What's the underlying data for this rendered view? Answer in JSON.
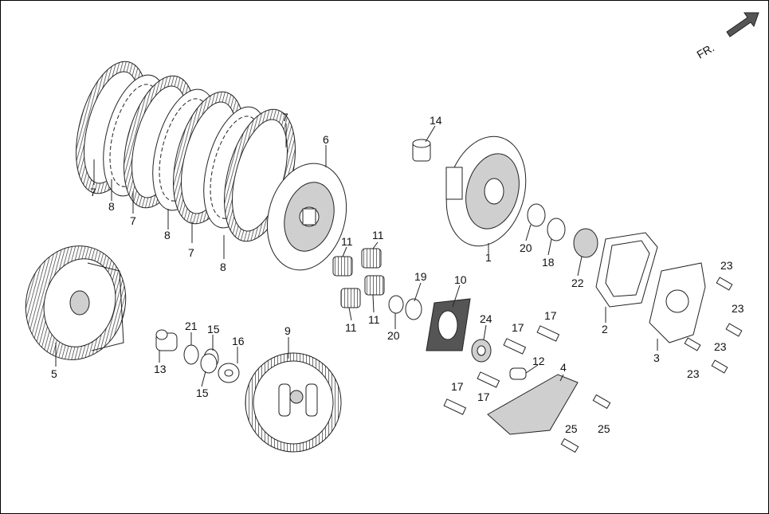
{
  "direction": {
    "text": "FR.",
    "icon": "front-arrow-icon"
  },
  "callouts": [
    "1",
    "2",
    "3",
    "4",
    "5",
    "6",
    "7",
    "7",
    "7",
    "7",
    "8",
    "8",
    "8",
    "9",
    "10",
    "11",
    "11",
    "11",
    "11",
    "12",
    "13",
    "14",
    "15",
    "15",
    "16",
    "17",
    "17",
    "17",
    "17",
    "18",
    "19",
    "20",
    "20",
    "21",
    "22",
    "23",
    "23",
    "23",
    "23",
    "24",
    "25",
    "25"
  ]
}
